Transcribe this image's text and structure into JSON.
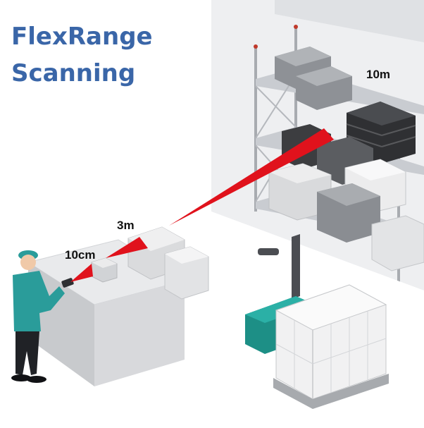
{
  "title": {
    "line1": "FlexRange",
    "line2": "Scanning"
  },
  "distances": {
    "near": "10cm",
    "mid": "3m",
    "far": "10m"
  },
  "colors": {
    "title": "#3a66a8",
    "beam": "#e0121c",
    "worker_shirt": "#2a9c9a",
    "pallet_truck": "#1d8f86"
  }
}
